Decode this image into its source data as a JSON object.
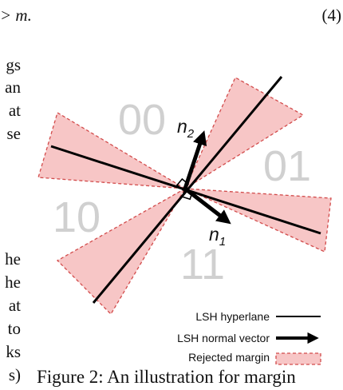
{
  "equation": {
    "text": "> m.",
    "number": "(4)"
  },
  "left_column_fragments": [
    "gs",
    "an",
    "at",
    "se",
    "he",
    "he",
    "at",
    "to",
    "ks",
    "s)"
  ],
  "figure": {
    "region_labels": [
      "00",
      "01",
      "10",
      "11"
    ],
    "normal_vectors": [
      {
        "base": "n",
        "sub": "2"
      },
      {
        "base": "n",
        "sub": "1"
      }
    ],
    "legend": [
      {
        "label": "LSH hyperlane",
        "symbol": "line"
      },
      {
        "label": "LSH normal vector",
        "symbol": "arrow"
      },
      {
        "label": "Rejected margin",
        "symbol": "dashed-box"
      }
    ],
    "colors": {
      "margin_fill": "#f7c6c6",
      "margin_stroke": "#d24b4b",
      "line": "#000000",
      "region_text": "#d0d0d0"
    }
  },
  "caption": "Figure 2: An illustration for margin"
}
